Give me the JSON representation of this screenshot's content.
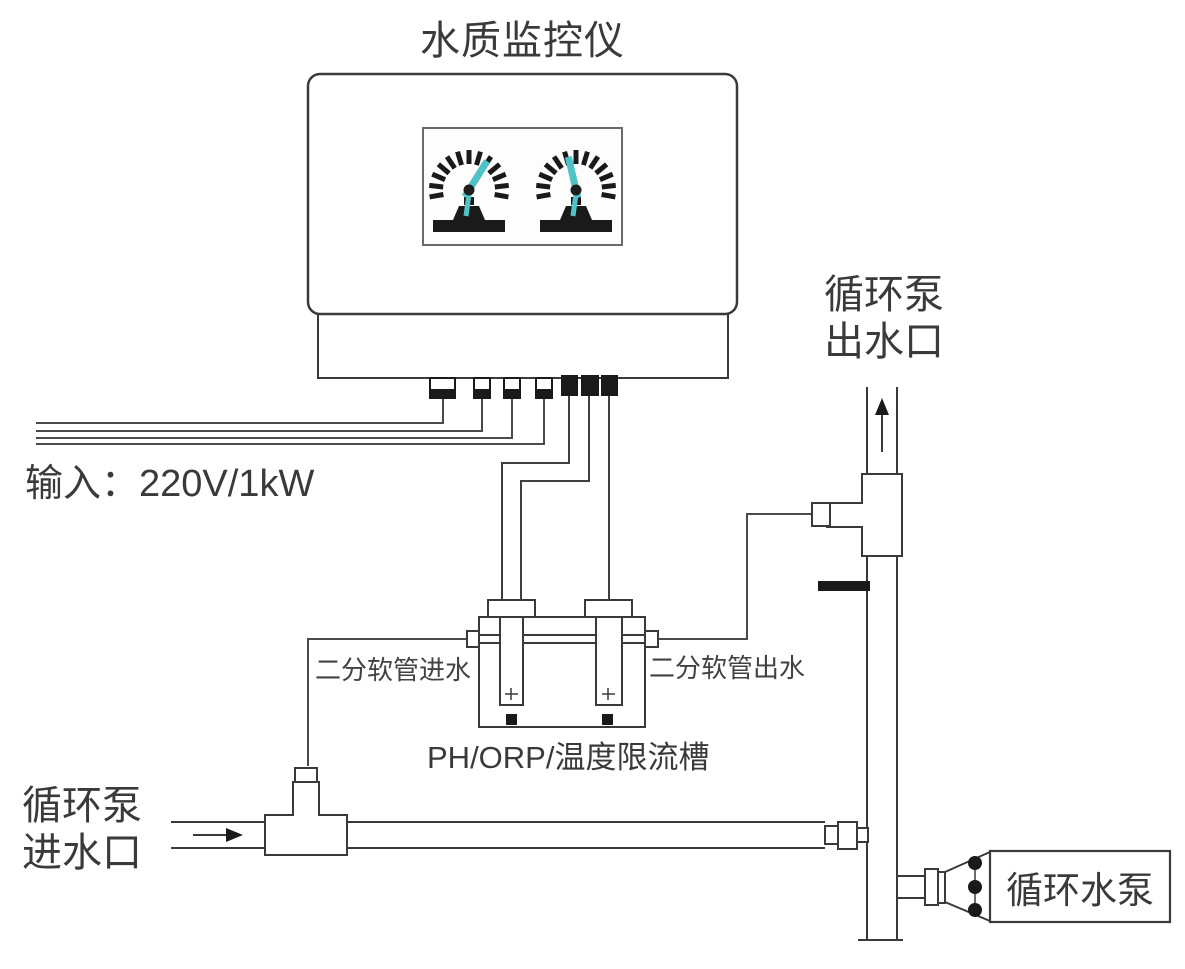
{
  "title": "水质监控仪",
  "power": {
    "input_label": "输入：220V/1kW"
  },
  "labels": {
    "pump_outlet": [
      "循环泵",
      "出水口"
    ],
    "pump_inlet": [
      "循环泵",
      "进水口"
    ],
    "hose_inlet": "二分软管进水",
    "hose_outlet": "二分软管出水",
    "flow_cell": "PH/ORP/温度限流槽",
    "pump_box": "循环水泵"
  },
  "display": {
    "gauges": [
      {
        "id": "gauge-left",
        "needle_angle_deg": 58
      },
      {
        "id": "gauge-right",
        "needle_angle_deg": 103
      }
    ],
    "needle_color": "#4fc3c5",
    "tick_color": "#1a1a1a"
  },
  "colors": {
    "line": "#3a3a3a",
    "text": "#333333",
    "black": "#1a1a1a",
    "bg": "#ffffff"
  }
}
